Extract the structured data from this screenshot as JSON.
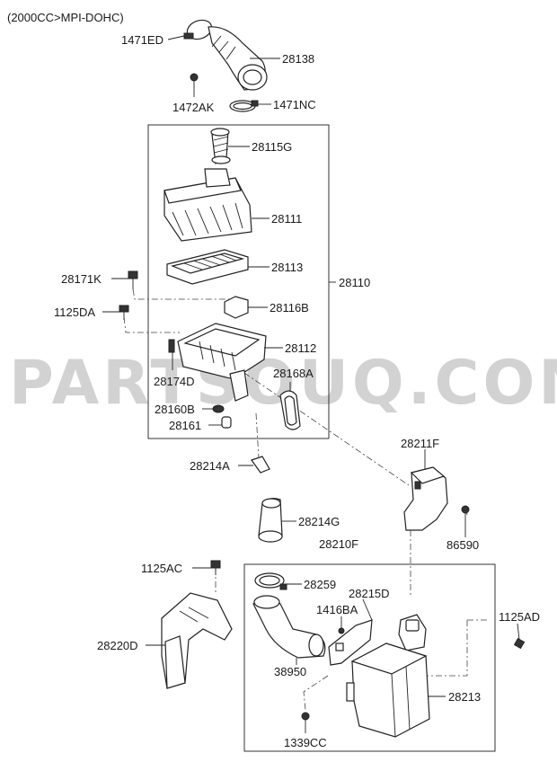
{
  "header": {
    "subtitle": "(2000CC>MPI-DOHC)"
  },
  "watermark": {
    "text": "PARTSOUQ.COM"
  },
  "parts": {
    "p1471ED": "1471ED",
    "p28138": "28138",
    "p1472AK": "1472AK",
    "p1471NC": "1471NC",
    "p28115G": "28115G",
    "p28111": "28111",
    "p28113": "28113",
    "p28171K": "28171K",
    "p28110": "28110",
    "p1125DA": "1125DA",
    "p28116B": "28116B",
    "p28112": "28112",
    "p28174D": "28174D",
    "p28168A": "28168A",
    "p28160B": "28160B",
    "p28161": "28161",
    "p28211F": "28211F",
    "p28214A": "28214A",
    "p28214G": "28214G",
    "p86590": "86590",
    "p28210F": "28210F",
    "p1125AC": "1125AC",
    "p28259": "28259",
    "p28215D": "28215D",
    "p1416BA": "1416BA",
    "p1125AD": "1125AD",
    "p28220D": "28220D",
    "p38950": "38950",
    "p28213": "28213",
    "p1339CC": "1339CC"
  }
}
